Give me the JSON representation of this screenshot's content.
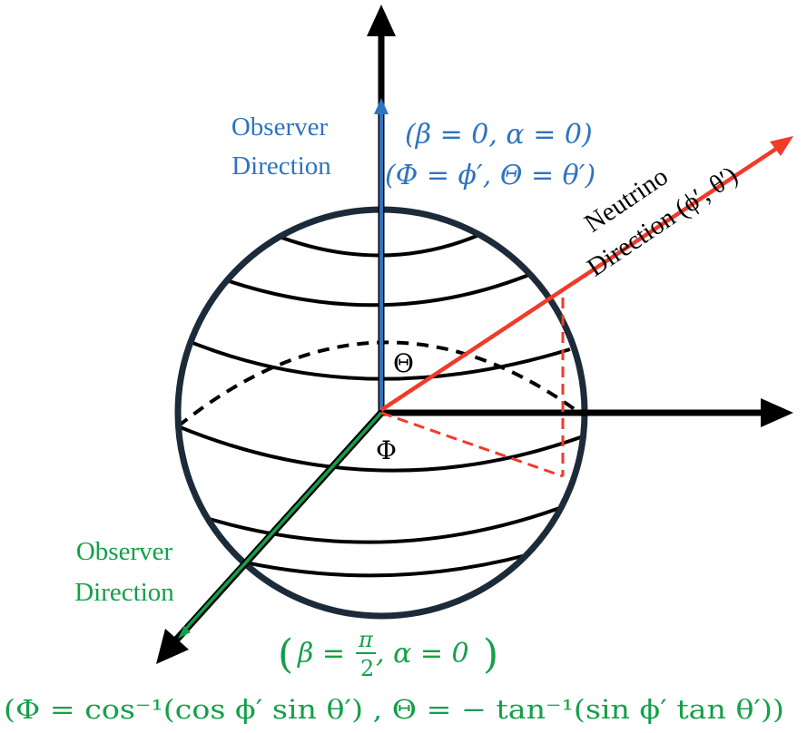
{
  "colors": {
    "blue": "#2e74c0",
    "red": "#f23a2a",
    "green": "#14a04a",
    "black": "#000000",
    "sphere_outline": "#1c2b3a"
  },
  "labels": {
    "observer_blue_line1": "Observer",
    "observer_blue_line2": "Direction",
    "blue_eq1": "(β = 0, α = 0)",
    "blue_eq2": "(Φ = ϕ′, Θ = θ′)",
    "neutrino_line1": "Neutrino",
    "neutrino_line2": "Direction (ϕ′, θ′)",
    "theta": "Θ",
    "phi": "Φ",
    "observer_green_line1": "Observer",
    "observer_green_line2": "Direction",
    "green_eq_beta": "β =",
    "green_eq_pi": "π",
    "green_eq_two": "2",
    "green_eq_rest": ", α = 0",
    "green_eq2": "(Φ = cos⁻¹(cos ϕ′ sin θ′) , Θ = − tan⁻¹(sin ϕ′ tan θ′))"
  }
}
